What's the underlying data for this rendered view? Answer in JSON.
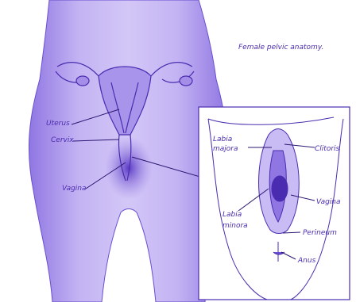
{
  "title": "Female pelvic anatomy.",
  "labels": {
    "uterus": "Uterus",
    "cervix": "Cervix",
    "vagina_main": "Vagina",
    "labia_majora_1": "Labia",
    "labia_majora_2": "majora",
    "clitoris": "Clitoris",
    "vagina_inset": "Vagina",
    "labia_minora_1": "Labia",
    "labia_minora_2": "minora",
    "perineum": "Perineum",
    "anus": "Anus"
  },
  "colors": {
    "body_fill": "#b9a6ee",
    "body_shadow": "#8e73e0",
    "ink": "#4a2cb0",
    "inset_bg": "#ffffff"
  }
}
